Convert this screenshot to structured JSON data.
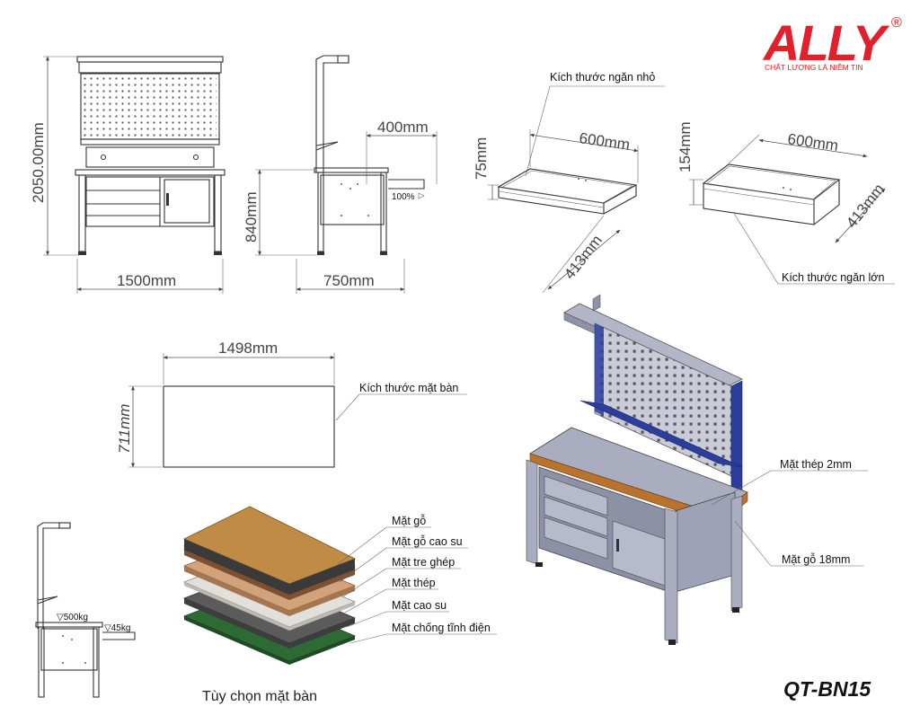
{
  "brand": {
    "logo_text": "ALLY",
    "registered": "®",
    "slogan": "CHẤT LƯỢNG LÀ NIỀM TIN",
    "logo_color": "#e0202a"
  },
  "front_view": {
    "height_label": "2050.00mm",
    "width_label": "1500mm"
  },
  "side_view": {
    "shelf_label": "400mm",
    "extend_label": "100%",
    "height_label": "840mm",
    "depth_label": "750mm"
  },
  "small_drawer": {
    "title": "Kích thước ngăn nhỏ",
    "width_label": "600mm",
    "height_label": "75mm",
    "depth_label": "413mm"
  },
  "large_drawer": {
    "title": "Kích thước ngăn lớn",
    "width_label": "600mm",
    "height_label": "154mm",
    "depth_label": "413mm"
  },
  "tabletop": {
    "title": "Kích thước mặt bàn",
    "width_label": "1498mm",
    "height_label": "711mm"
  },
  "load_view": {
    "top_load": "▽500kg",
    "tray_load": "▽45kg"
  },
  "surface_options": {
    "caption": "Tùy chọn mặt bàn",
    "items": [
      "Mặt gỗ",
      "Mặt gỗ cao su",
      "Mặt tre ghép",
      "Mặt thép",
      "Mặt cao su",
      "Mặt chống tĩnh điện"
    ],
    "colors": {
      "wood": "#b8843e",
      "rubber_wood": "#a8734a",
      "bamboo": "#d2a27a",
      "steel": "#e3e0dc",
      "rubber": "#5b5b5b",
      "antistatic": "#2e6b34"
    }
  },
  "iso_view": {
    "label_steel": "Mặt thép 2mm",
    "label_wood": "Mặt gỗ 18mm",
    "accent_blue": "#2c3d9c",
    "steel_grey": "#a9adbf"
  },
  "model": "QT-BN15"
}
